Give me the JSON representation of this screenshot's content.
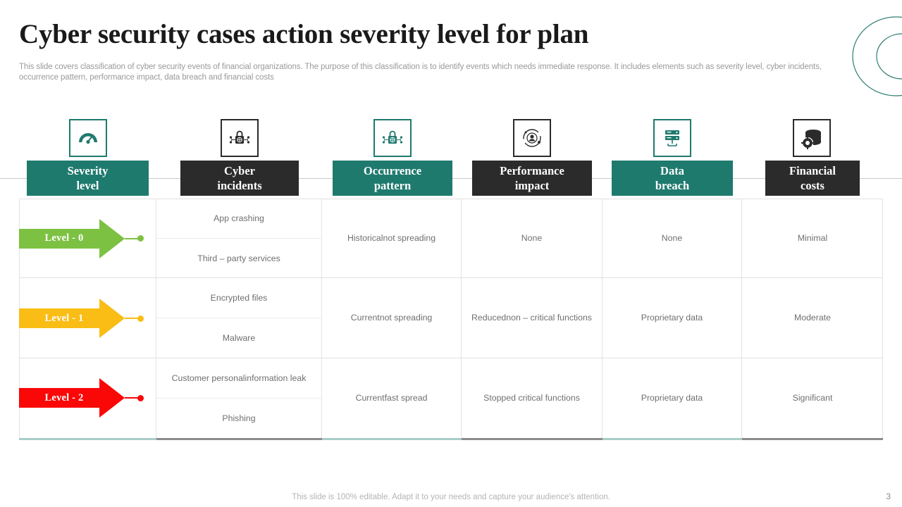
{
  "slide": {
    "title": "Cyber security cases action severity level for plan",
    "subtitle": "This slide covers classification of cyber security events of financial organizations. The purpose of this classification is to identify events which needs immediate response. It includes elements such as severity level, cyber incidents, occurrence pattern, performance impact, data breach and financial costs",
    "footer_note": "This slide is 100% editable. Adapt it to your needs and capture your audience's attention.",
    "page_number": "3"
  },
  "theme": {
    "teal": "#1f7a6e",
    "dark": "#2b2b2b",
    "teal_light": "#a9cdc8",
    "gray_rule": "#8c8c8c",
    "text_gray": "#6f6f6f",
    "subtitle_gray": "#9a9a9a"
  },
  "columns": [
    {
      "line1": "Severity",
      "line2": "level",
      "color": "teal",
      "icon": "gauge-icon"
    },
    {
      "line1": "Cyber",
      "line2": "incidents",
      "color": "dark",
      "icon": "padlock-network-icon"
    },
    {
      "line1": "Occurrence",
      "line2": "pattern",
      "color": "teal",
      "icon": "padlock-network-icon"
    },
    {
      "line1": "Performance",
      "line2": "impact",
      "color": "dark",
      "icon": "orbit-target-icon"
    },
    {
      "line1": "Data",
      "line2": "breach",
      "color": "teal",
      "icon": "server-stack-icon"
    },
    {
      "line1": "Financial",
      "line2": "costs",
      "color": "dark",
      "icon": "coins-gear-icon"
    }
  ],
  "rows": [
    {
      "level_label": "Level - 0",
      "level_color": "#7dc142",
      "incidents": [
        "App crashing",
        "Third – party services"
      ],
      "occurrence": "Historical\nnot spreading",
      "performance": "None",
      "data_breach": "None",
      "financial": "Minimal"
    },
    {
      "level_label": "Level - 1",
      "level_color": "#f9bd16",
      "incidents": [
        "Encrypted files",
        "Malware"
      ],
      "occurrence": "Current\nnot spreading",
      "performance": "Reduced\nnon – critical functions",
      "data_breach": "Proprietary  data",
      "financial": "Moderate"
    },
    {
      "level_label": "Level - 2",
      "level_color": "#fa0707",
      "incidents": [
        "Customer  personal\ninformation  leak",
        "Phishing"
      ],
      "occurrence": "Current\nfast spread",
      "performance": "Stopped  critical functions",
      "data_breach": "Proprietary  data",
      "financial": "Significant"
    }
  ]
}
